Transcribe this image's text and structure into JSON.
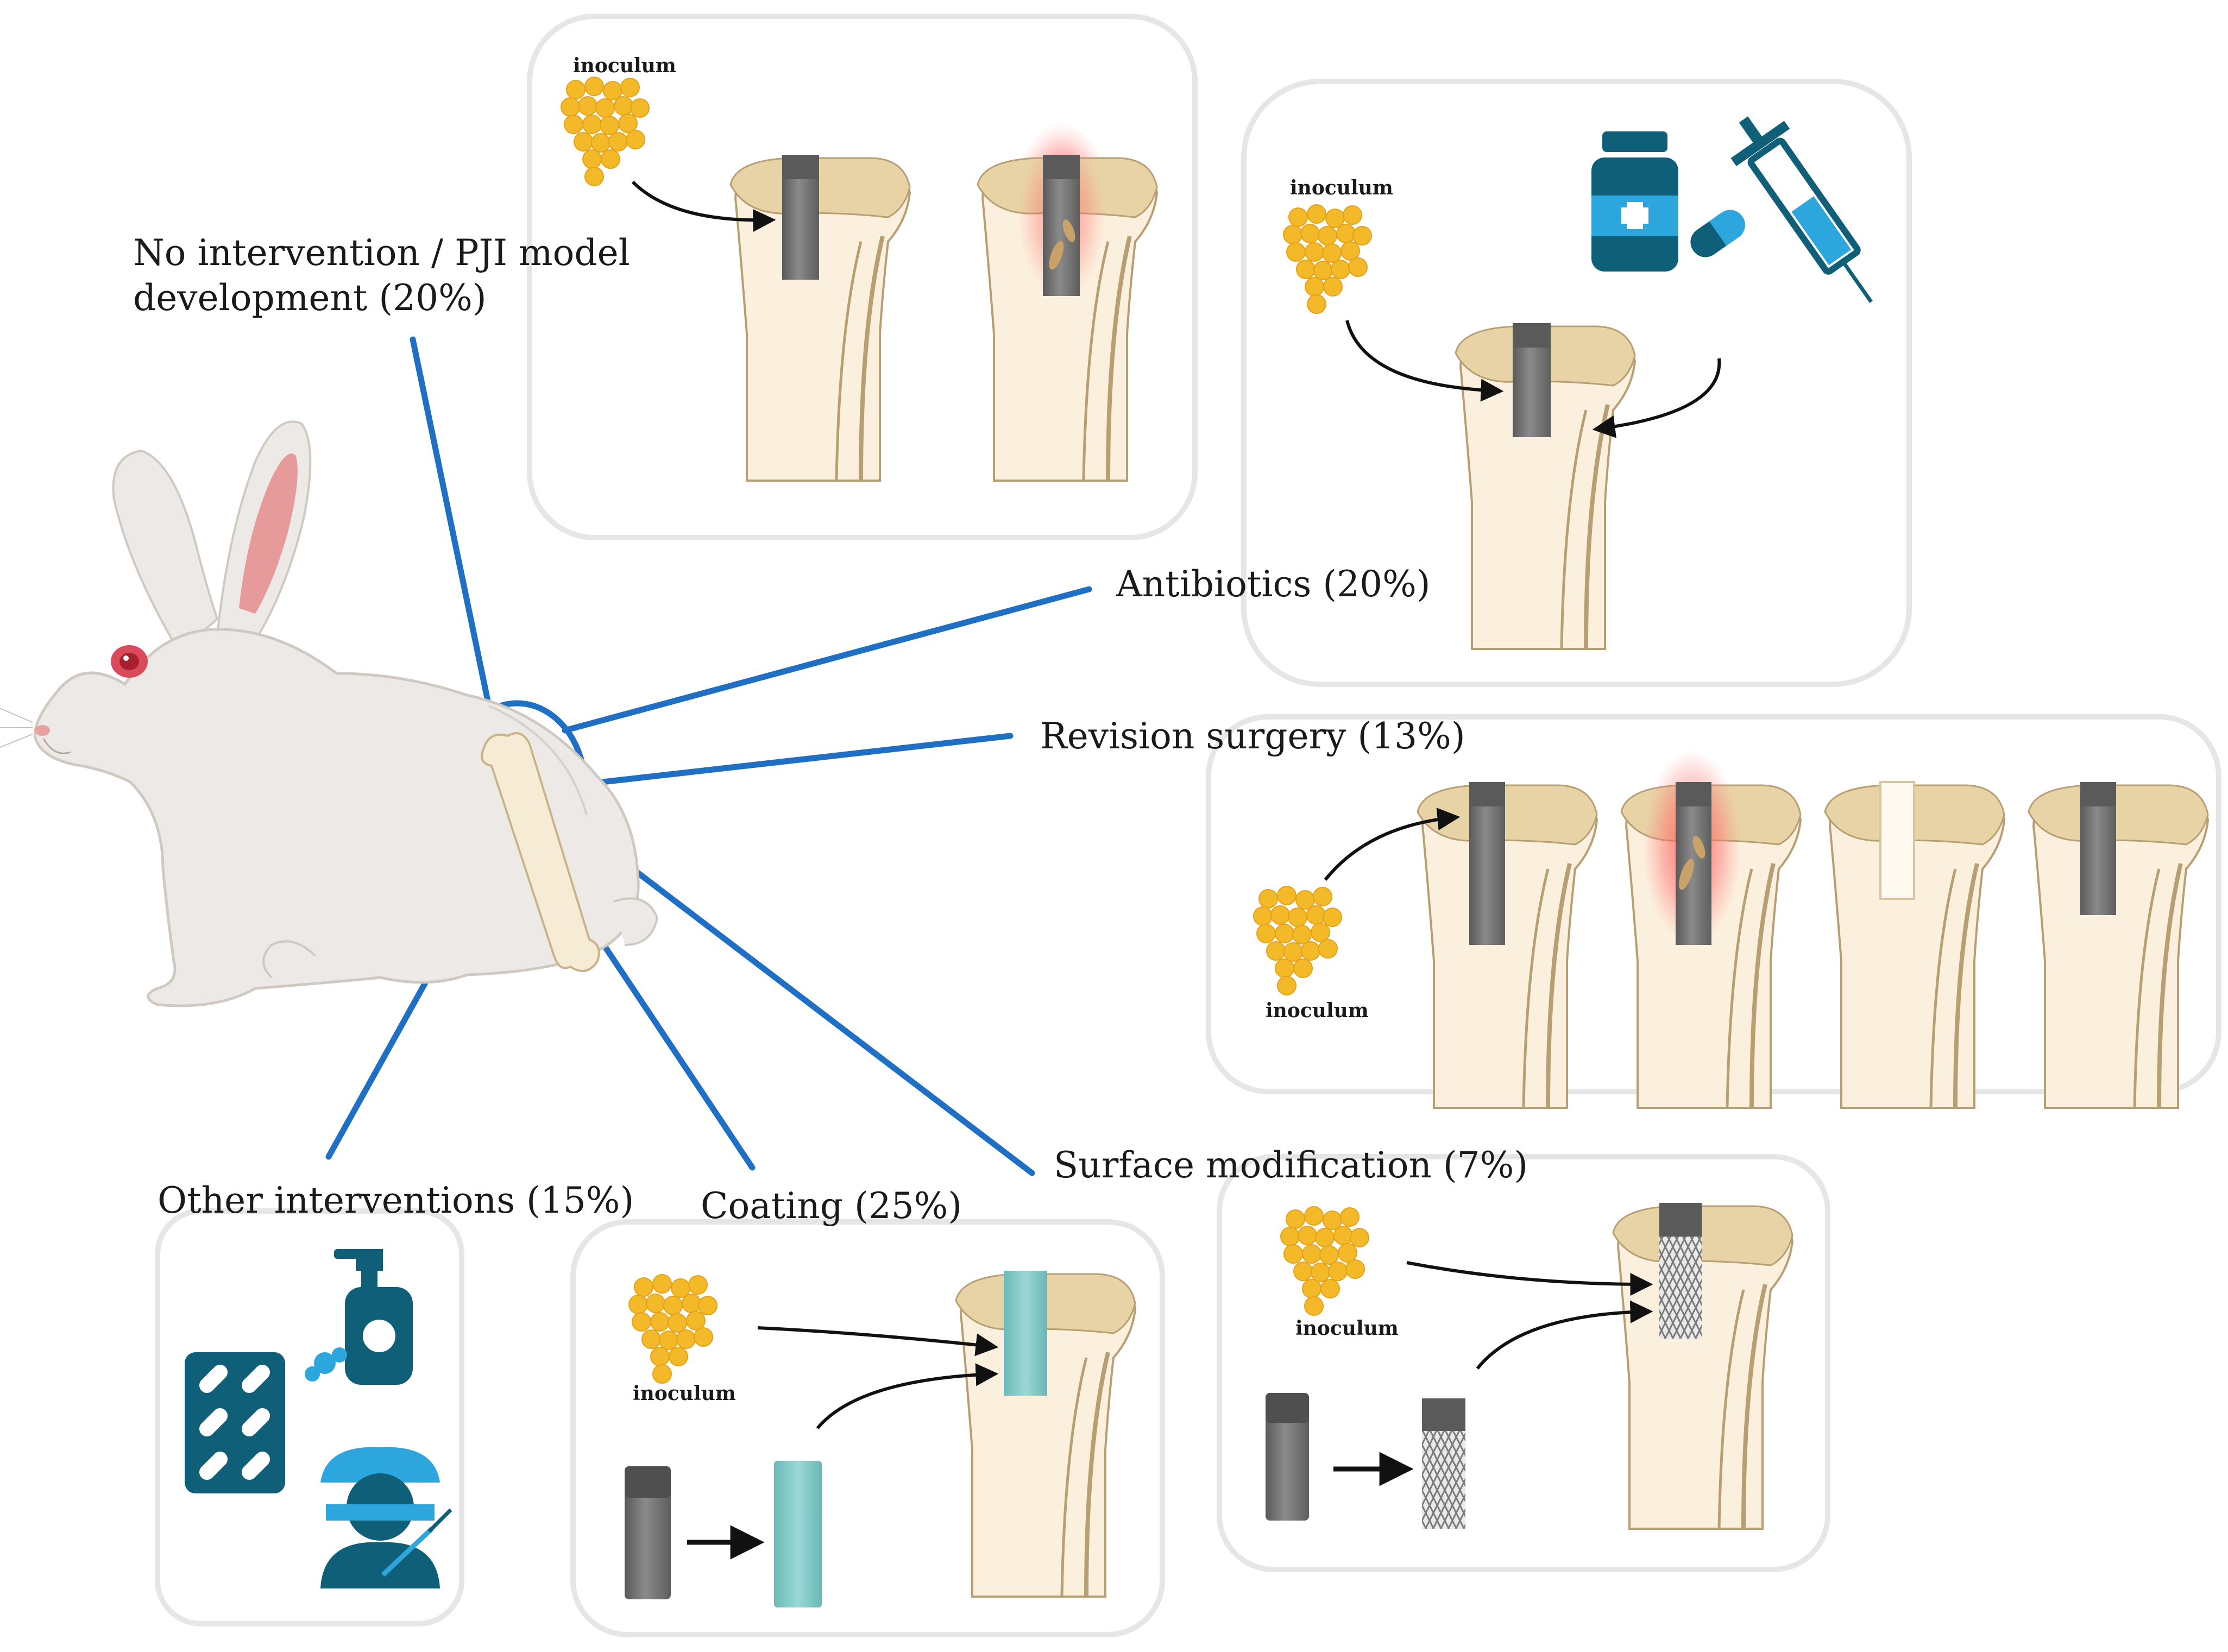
{
  "labels": {
    "no_intervention": "No intervention / PJI model development (20%)",
    "antibiotics": "Antibiotics (20%)",
    "revision": "Revision surgery (13%)",
    "surface": "Surface modification (7%)",
    "other": "Other interventions (15%)",
    "coating": "Coating (25%)"
  },
  "inoculum_label": "inoculum",
  "colors": {
    "leader_line": "#1f6fc4",
    "panel_border": "#e6e6e6",
    "bone": "#fbf0dd",
    "bone_outline": "#c9b48a",
    "cartilage": "#e8d3a6",
    "implant": "#6a6a6a",
    "coating": "#7cc7c6",
    "bacteria": "#f4b928",
    "icon_dark": "#0f5f78",
    "icon_light": "#2ca6dc",
    "infection_glow": "#ff5a5a"
  },
  "icons": [
    "rabbit-illustration",
    "bone-icon",
    "medicine-bottle-icon",
    "capsule-icon",
    "syringe-icon",
    "soap-dispenser-icon",
    "pill-blister-icon",
    "surgeon-icon",
    "bacteria-cluster-icon"
  ]
}
